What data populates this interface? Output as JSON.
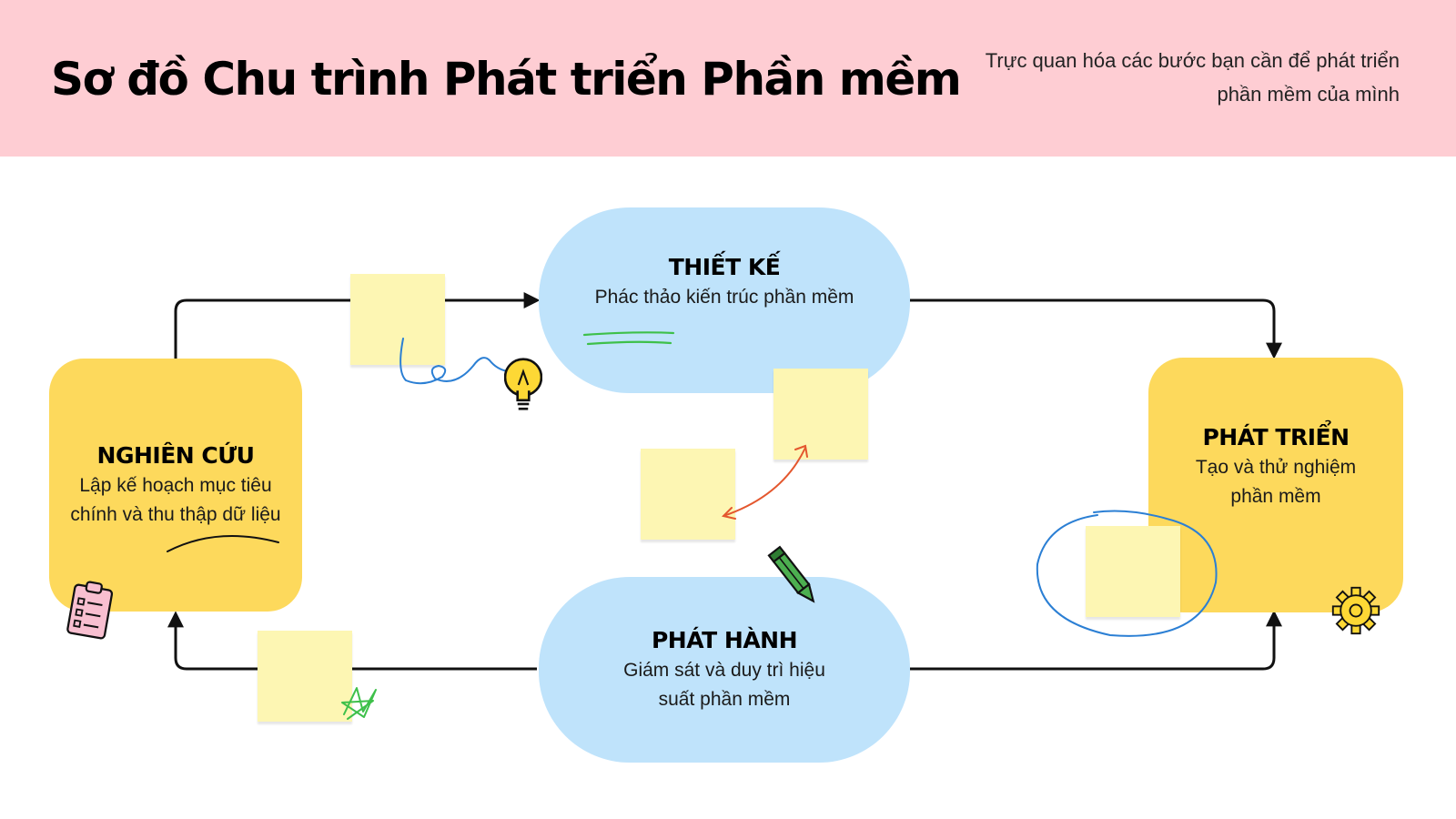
{
  "header": {
    "title": "Sơ đồ Chu trình Phát triển Phần mềm",
    "subtitle": "Trực quan hóa các bước bạn cần để phát triển phần mềm của mình"
  },
  "nodes": {
    "research": {
      "title": "NGHIÊN CỨU",
      "desc": "Lập kế hoạch mục tiêu chính và thu thập dữ liệu"
    },
    "design": {
      "title": "THIẾT KẾ",
      "desc": "Phác thảo kiến trúc phần mềm"
    },
    "develop": {
      "title": "PHÁT TRIỂN",
      "desc": "Tạo và thử nghiệm phần mềm"
    },
    "release": {
      "title": "PHÁT HÀNH",
      "desc": "Giám sát và duy trì hiệu suất phần mềm"
    }
  },
  "icons": {
    "research": "clipboard-icon",
    "design": "lightbulb-icon",
    "develop": "gear-icon",
    "release": "pencil-icon"
  },
  "colors": {
    "header_bg": "#fecdd3",
    "yellow_node": "#fdd95c",
    "blue_node": "#bfe3fb",
    "sticky_note": "#fdf6b3",
    "connector": "#111111"
  }
}
